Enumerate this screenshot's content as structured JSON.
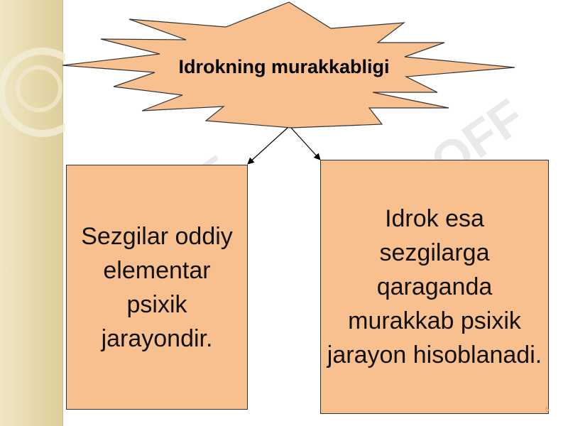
{
  "diagram": {
    "title": "Idrokning murakkabligi",
    "left_box": "Sezgilar oddiy elementar psixik jarayondir.",
    "right_box": "Idrok esa sezgilarga qaraganda murakkab psixik jarayon hisoblanadi."
  },
  "slide": {
    "page_number": "5"
  },
  "watermark": {
    "text": "SOFF"
  },
  "colors": {
    "star_fill": "#f9c08f",
    "box_fill": "#f9c08f",
    "side_panel": "#e6d9ab"
  }
}
